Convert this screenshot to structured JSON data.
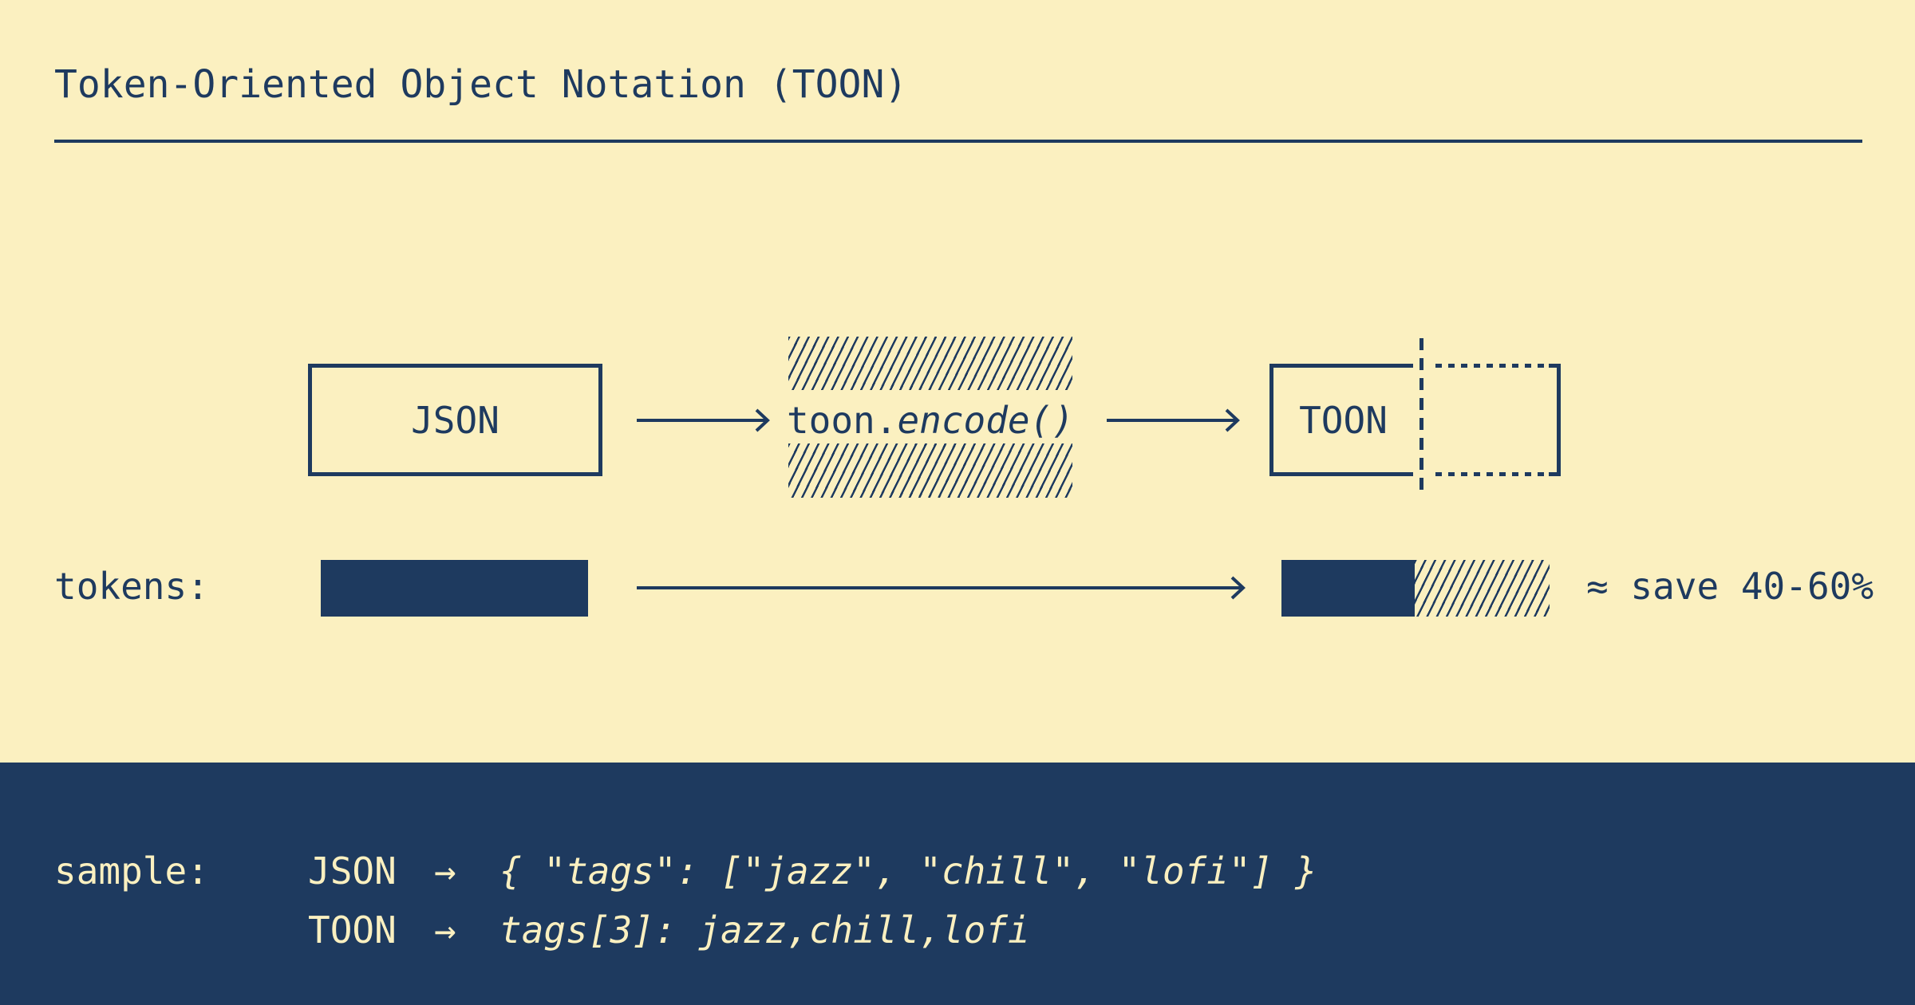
{
  "header": {
    "title": "Token-Oriented Object Notation (TOON)"
  },
  "flow": {
    "json_label": "JSON",
    "encode_prefix": "toon.",
    "encode_call": "encode()",
    "toon_label": "TOON"
  },
  "tokens": {
    "label": "tokens:",
    "savings": "≈ save 40-60%"
  },
  "sample": {
    "label": "sample:",
    "rows": [
      {
        "name": "JSON",
        "arrow": "→",
        "code": "{ \"tags\": [\"jazz\", \"chill\", \"lofi\"] }"
      },
      {
        "name": "TOON",
        "arrow": "→",
        "code": "tags[3]: jazz,chill,lofi"
      }
    ]
  },
  "colors": {
    "cream": "#FBF0C0",
    "navy": "#1E3A5F"
  }
}
